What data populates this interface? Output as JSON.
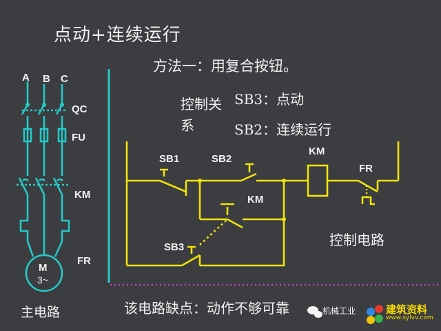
{
  "title": "点动+连续运行",
  "method": "方法一：用复合按钮。",
  "relation": {
    "label": "控制关系",
    "items": [
      "SB3：点动",
      "SB2：连续运行"
    ]
  },
  "main_labels": {
    "a": "A",
    "b": "B",
    "c": "C",
    "qc": "QC",
    "fu": "FU",
    "km": "KM",
    "fr": "FR",
    "motor": "M",
    "motor_phase": "3~"
  },
  "ctrl_labels": {
    "sb1": "SB1",
    "sb2": "SB2",
    "sb3": "SB3",
    "km_contact": "KM",
    "km_coil": "KM",
    "fr": "FR"
  },
  "captions": {
    "control_circuit": "控制电路",
    "main_circuit": "主电路",
    "defect": "该电路缺点：动作不够可靠"
  },
  "watermark": {
    "text": "机械工业",
    "brand": "建筑资料",
    "url": "www.sylvv.com"
  },
  "colors": {
    "background": "#3b3d40",
    "main_circuit": "#26c8c8",
    "control_circuit": "#f2e20a",
    "divider": "#c040c0",
    "text": "#f0f0f0"
  }
}
